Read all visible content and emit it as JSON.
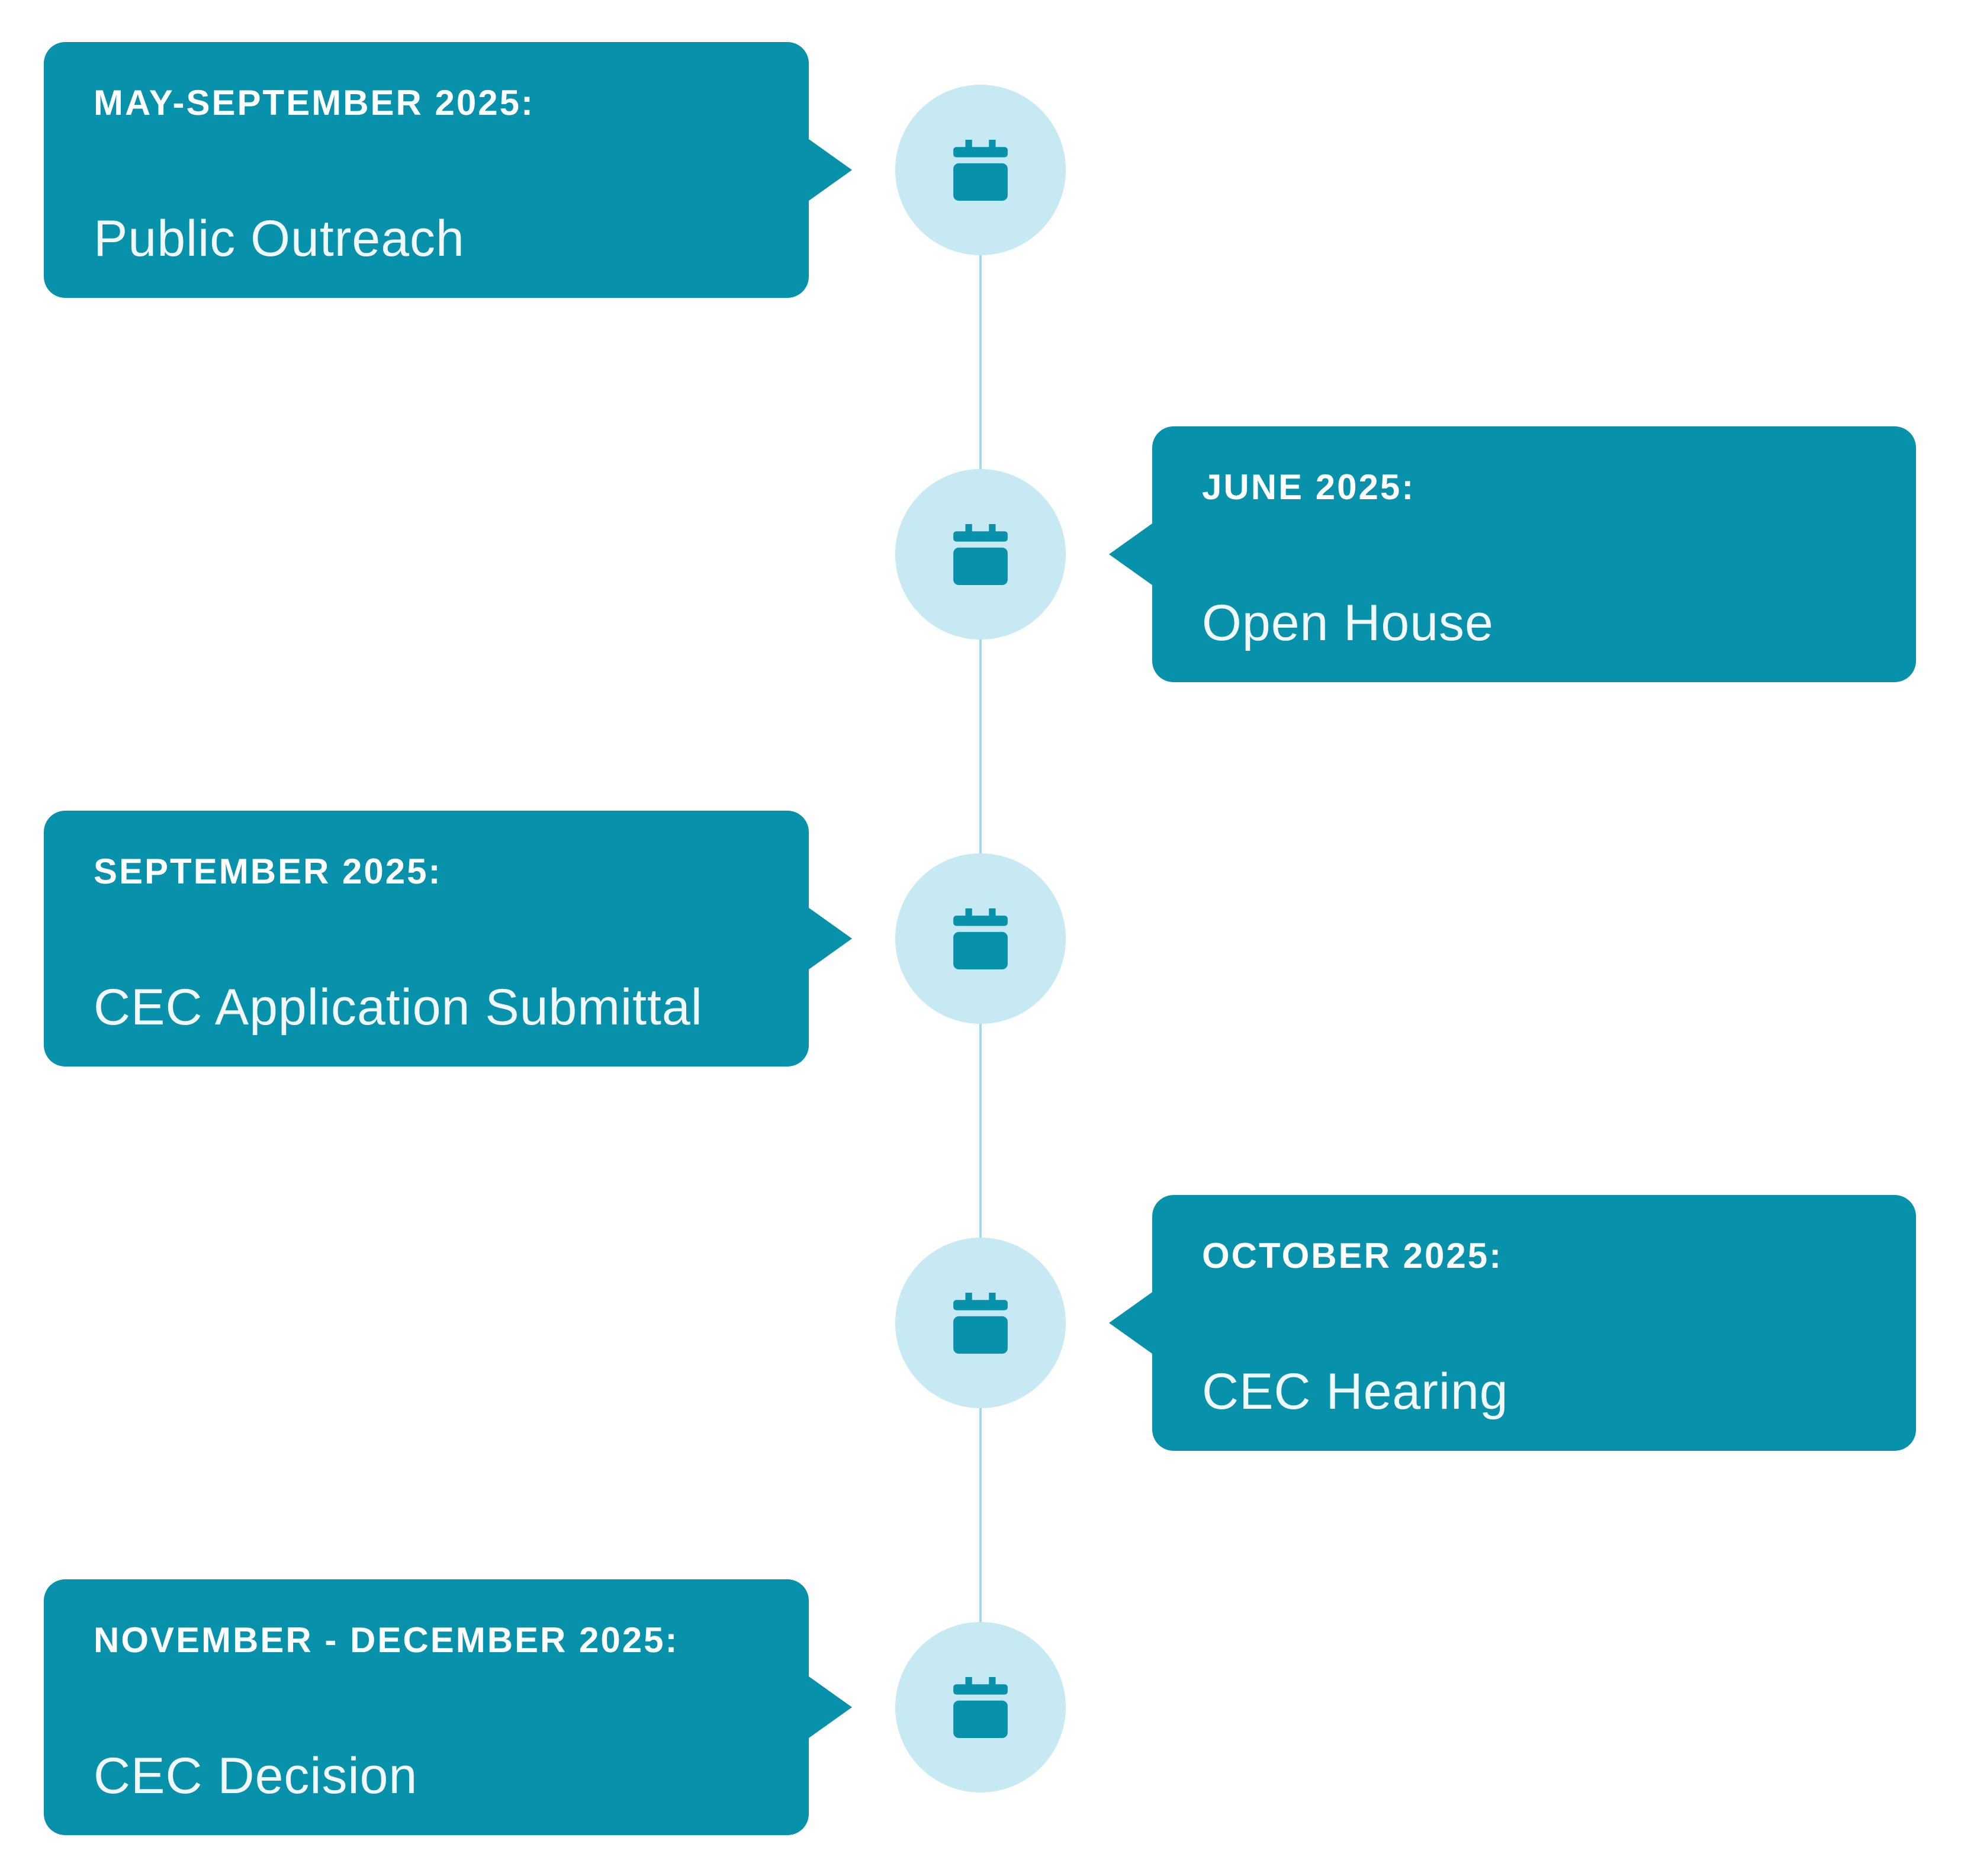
{
  "timeline": {
    "colors": {
      "card_teal": "#0791aa",
      "node_circle": "#c6e9f3",
      "connector_line": "#a5d9e8",
      "heading_text": "#ffffff",
      "title_text": "#f0f8fa"
    },
    "icon": "calendar-icon",
    "events": [
      {
        "date_label": "MAY-SEPTEMBER 2025:",
        "title": "Public Outreach",
        "side": "left"
      },
      {
        "date_label": "JUNE 2025:",
        "title": "Open House",
        "side": "right"
      },
      {
        "date_label": "SEPTEMBER 2025:",
        "title": "CEC Application Submittal",
        "side": "left"
      },
      {
        "date_label": "OCTOBER 2025:",
        "title": "CEC Hearing",
        "side": "right"
      },
      {
        "date_label": "NOVEMBER - DECEMBER 2025:",
        "title": "CEC Decision",
        "side": "left"
      }
    ]
  }
}
